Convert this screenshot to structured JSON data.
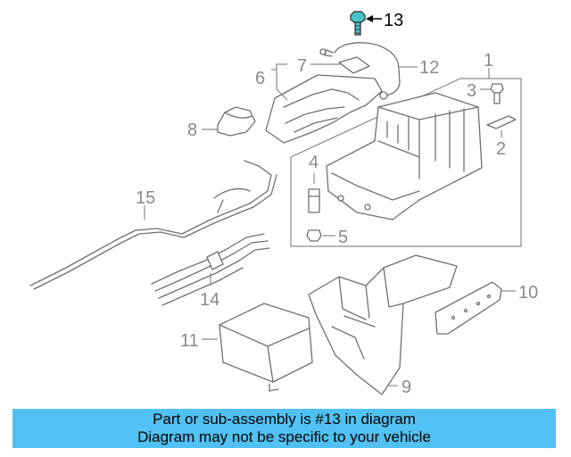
{
  "diagram": {
    "highlight_part": "13",
    "highlight_color": "#46c6c6",
    "callouts": {
      "p1": "1",
      "p2": "2",
      "p3": "3",
      "p4": "4",
      "p5": "5",
      "p6": "6",
      "p7": "7",
      "p8": "8",
      "p9": "9",
      "p10": "10",
      "p11": "11",
      "p12": "12",
      "p13": "13",
      "p14": "14",
      "p15": "15"
    }
  },
  "banner": {
    "line1": "Part or sub-assembly is #13 in diagram",
    "line2": "Diagram may not be specific to your vehicle",
    "color": "#50c1f2"
  }
}
